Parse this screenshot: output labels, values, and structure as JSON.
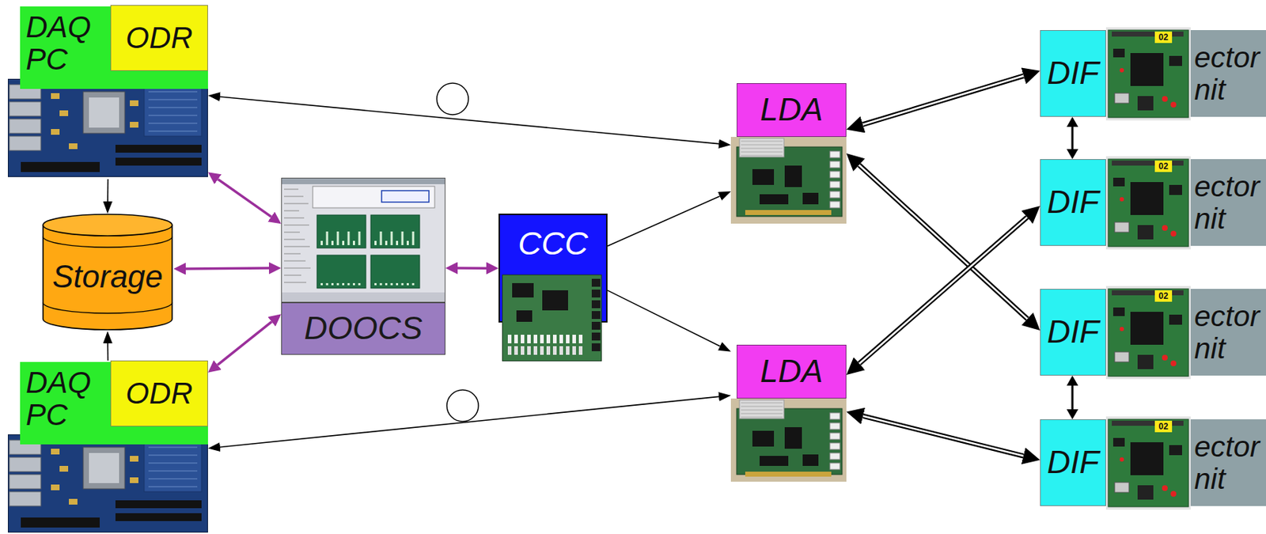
{
  "diagram": {
    "nodes": [
      {
        "text": [
          "DAQ PC"
        ]
      },
      {
        "text": [
          "ODR"
        ],
        "in": 0
      },
      {
        "text": [
          "Storage"
        ]
      },
      {
        "text": [
          "DAQ PC"
        ]
      },
      {
        "text": [
          "ODR"
        ],
        "in": 3
      },
      {
        "text": [
          "DOOCS"
        ]
      },
      {
        "text": [
          "CCC"
        ]
      },
      {
        "text": [
          "LDA"
        ]
      },
      {
        "text": [
          "LDA"
        ]
      },
      {
        "text": [
          "DIF"
        ]
      },
      {
        "text": [
          "ector nit"
        ]
      },
      {
        "text": [
          "DIF"
        ]
      },
      {
        "text": [
          "ector nit"
        ]
      },
      {
        "text": [
          "DIF"
        ]
      },
      {
        "text": [
          "ector nit"
        ]
      },
      {
        "text": [
          "DIF"
        ]
      },
      {
        "text": [
          "ector nit"
        ]
      }
    ],
    "edges": [
      {
        "from": 7,
        "to": 0,
        "arrow": "both"
      },
      {
        "from": 8,
        "to": 3,
        "arrow": "both"
      },
      {
        "from": 0,
        "to": 5,
        "arrow": "both"
      },
      {
        "from": 2,
        "to": 5,
        "arrow": "both"
      },
      {
        "from": 3,
        "to": 5,
        "arrow": "both"
      },
      {
        "from": 5,
        "to": 6,
        "arrow": "both"
      },
      {
        "from": 0,
        "to": 2,
        "arrow": "to"
      },
      {
        "from": 3,
        "to": 2,
        "arrow": "to"
      },
      {
        "from": 6,
        "to": 7,
        "arrow": "to"
      },
      {
        "from": 6,
        "to": 8,
        "arrow": "to"
      },
      {
        "from": 7,
        "to": 9,
        "arrow": "both"
      },
      {
        "from": 7,
        "to": 13,
        "arrow": "both"
      },
      {
        "from": 8,
        "to": 11,
        "arrow": "both"
      },
      {
        "from": 8,
        "to": 15,
        "arrow": "both"
      },
      {
        "from": 9,
        "to": 11,
        "arrow": "both"
      },
      {
        "from": 13,
        "to": 15,
        "arrow": "both"
      }
    ],
    "labels": [
      "02",
      "02",
      "02",
      "02"
    ]
  }
}
